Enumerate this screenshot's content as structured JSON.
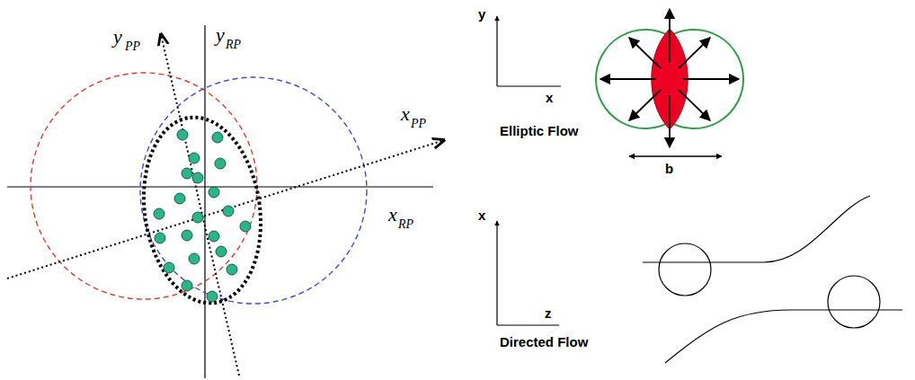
{
  "diagram": {
    "labels": [
      "y",
      "PP",
      "y",
      "RP",
      "x",
      "PP",
      "x",
      "RP",
      "y",
      "x",
      "Elliptic Flow",
      "b",
      "x",
      "z",
      "Directed Flow"
    ]
  }
}
